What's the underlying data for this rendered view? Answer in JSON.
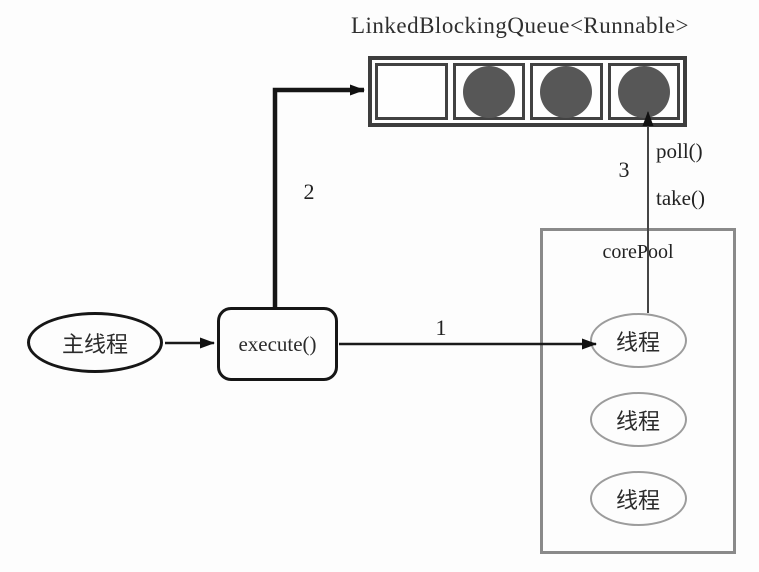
{
  "diagram": {
    "title": "LinkedBlockingQueue<Runnable>",
    "background": "#fdfdfd",
    "queue": {
      "slots": [
        {
          "filled": false
        },
        {
          "filled": true
        },
        {
          "filled": true
        },
        {
          "filled": true
        }
      ]
    },
    "nodes": {
      "main_thread_label": "主线程",
      "execute_label": "execute()",
      "core_pool_label": "corePool",
      "thread_labels": [
        "线程",
        "线程",
        "线程"
      ]
    },
    "edge_labels": {
      "step_1": "1",
      "step_2": "2",
      "step_3": "3",
      "poll": "poll()",
      "take": "take()"
    },
    "colors": {
      "task_circle": "#575757",
      "queue_border": "#3d3d3d",
      "pool_border": "#8a8a8a",
      "node_border": "#161616",
      "thread_ellipse_border": "#9c9c9c",
      "line": "#1a1a1a"
    }
  }
}
